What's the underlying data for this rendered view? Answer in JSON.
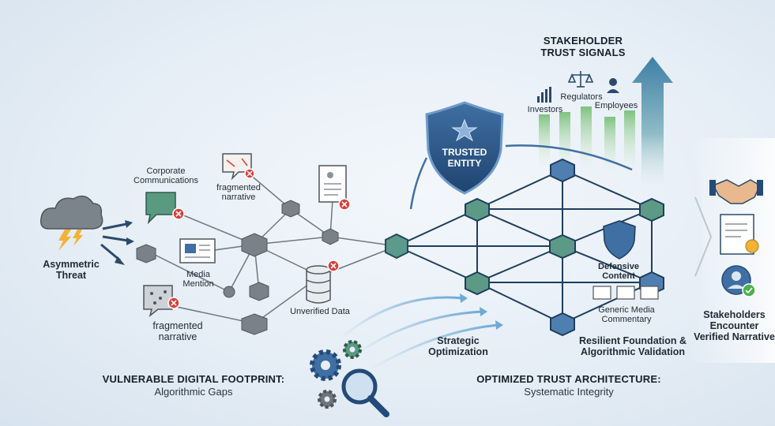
{
  "stakeholder_signals": {
    "title_line1": "STAKEHOLDER",
    "title_line2": "TRUST SIGNALS",
    "investors": "Investors",
    "regulators": "Regulators",
    "employees": "Employees"
  },
  "shield": {
    "line1": "TRUSTED",
    "line2": "ENTITY"
  },
  "threat": {
    "line1": "Asymmetric",
    "line2": "Threat"
  },
  "left_labels": {
    "corporate_line1": "Corporate",
    "corporate_line2": "Communications",
    "fragmented_top_line1": "fragmented",
    "fragmented_top_line2": "narrative",
    "media_line1": "Media",
    "media_line2": "Mention",
    "unverified": "Unverified Data",
    "fragmented_bottom_line1": "fragmented",
    "fragmented_bottom_line2": "narrative"
  },
  "right_labels": {
    "defensive_line1": "Defensive",
    "defensive_line2": "Content",
    "generic_line1": "Generic Media",
    "generic_line2": "Commentary",
    "resilient_line1": "Resilient Foundation &",
    "resilient_line2": "Algorithmic Validation",
    "strategic_line1": "Strategic",
    "strategic_line2": "Optimization"
  },
  "outcome": {
    "line1": "Stakeholders",
    "line2": "Encounter",
    "line3": "Verified Narrative"
  },
  "bottom": {
    "left_title": "VULNERABLE DIGITAL FOOTPRINT:",
    "left_sub": "Algorithmic Gaps",
    "right_title": "OPTIMIZED TRUST ARCHITECTURE:",
    "right_sub": "Systematic Integrity"
  },
  "colors": {
    "navy": "#234a78",
    "teal": "#4d8f8a",
    "gray_node": "#6e767d",
    "red": "#d9403a",
    "green_bar": "#8fcf8f"
  }
}
